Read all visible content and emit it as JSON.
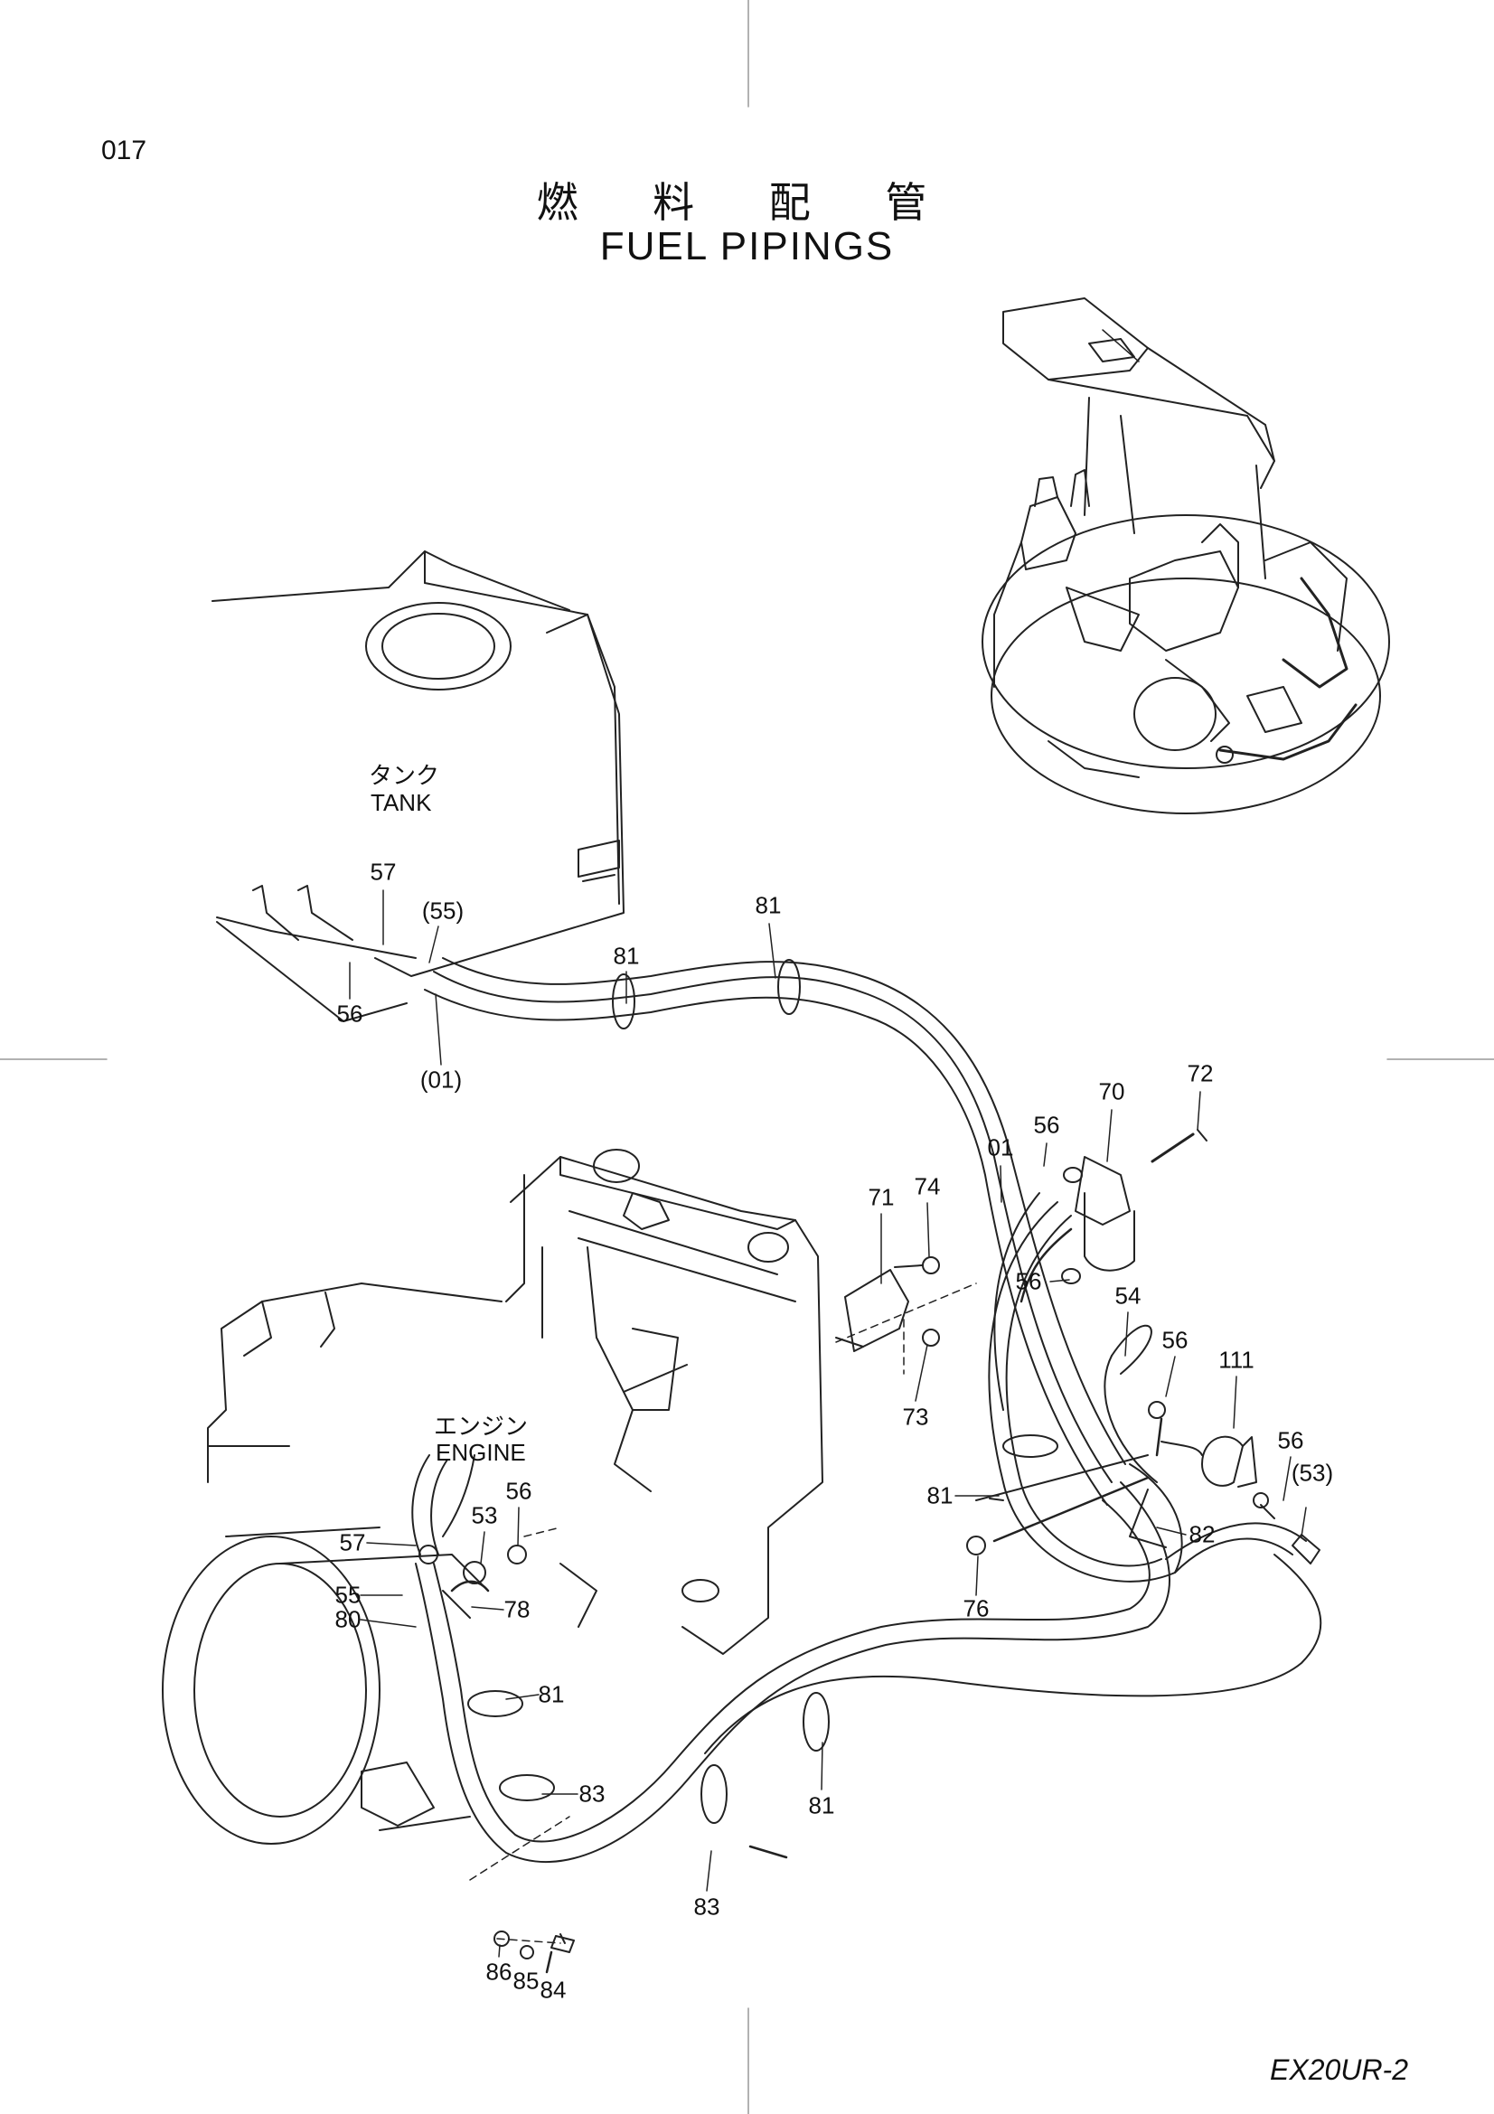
{
  "page_number": "017",
  "title_jp": "燃 料 配 管",
  "title_en": "FUEL PIPINGS",
  "model": "EX20UR-2",
  "areas": {
    "tank_jp": "タンク",
    "tank_en": "TANK",
    "engine_jp": "エンジン",
    "engine_en": "ENGINE"
  },
  "callouts": [
    "57",
    "(55)",
    "56",
    "(01)",
    "81",
    "81",
    "01",
    "56",
    "70",
    "72",
    "71",
    "74",
    "56",
    "73",
    "54",
    "56",
    "111",
    "56",
    "(53)",
    "81",
    "82",
    "76",
    "56",
    "53",
    "57",
    "55",
    "80",
    "78",
    "81",
    "83",
    "81",
    "83",
    "86",
    "85",
    "84"
  ]
}
